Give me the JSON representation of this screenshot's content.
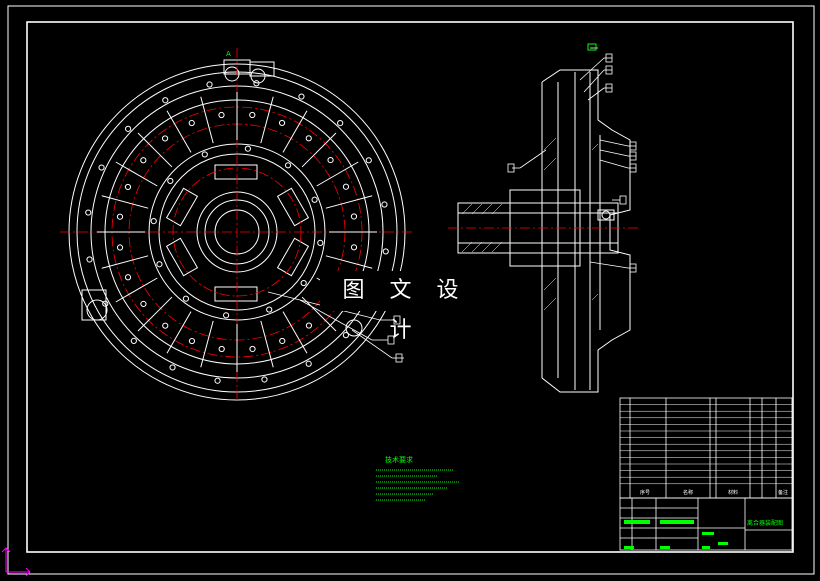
{
  "watermark": "图 文 设 计",
  "colors": {
    "background": "#000000",
    "line": "#ffffff",
    "centerline": "#ff0000",
    "note": "#00ff00",
    "axis_x": "#ff00ff"
  },
  "technical_notes_title": "技术要求",
  "front_view_label": "A",
  "title_block_name": "离合器装配图",
  "parts_list_headers": [
    "序号",
    "名称",
    "材料",
    "备注"
  ]
}
